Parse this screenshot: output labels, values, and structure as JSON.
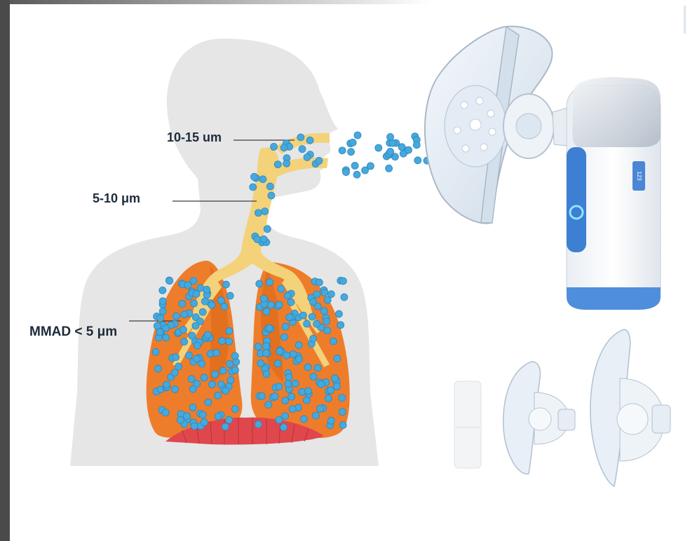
{
  "labels": {
    "upper_airway": "10-15 um",
    "bronchi": "5-10 μm",
    "alveoli": "MMAD < 5 μm"
  },
  "device": {
    "display_text": "123"
  },
  "colors": {
    "body_silhouette": "#e6e6e6",
    "airway": "#f3d27a",
    "lungs": "#ee7d2b",
    "particles": "#45a9dd",
    "diaphragm": "#e0474d",
    "device_accent": "#3d7fd3",
    "mask": "#dfe9f4"
  },
  "icons": [
    "power-button-icon",
    "lcd-display-icon"
  ]
}
